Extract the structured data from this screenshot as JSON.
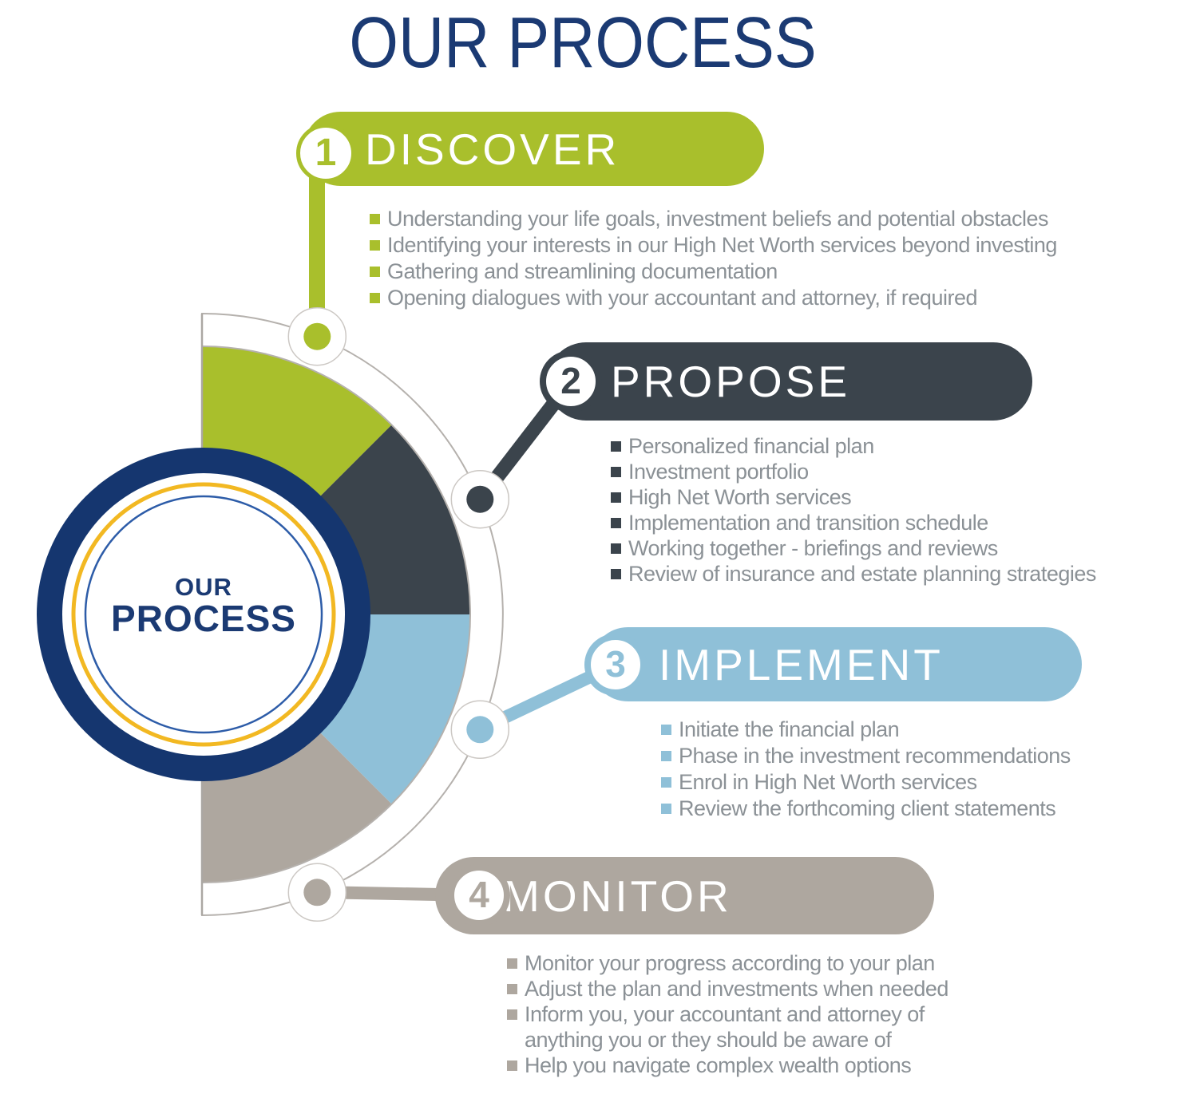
{
  "title": "OUR PROCESS",
  "center_badge": {
    "line1": "OUR",
    "line2": "PROCESS"
  },
  "colors": {
    "navy": "#1b3a73",
    "green": "#a9bf2c",
    "dark_slate": "#3b444c",
    "light_blue": "#8fc0d8",
    "warm_gray": "#aea79f",
    "bullet_text_gray": "#8b9196",
    "badge_yellow_ring": "#f2b822",
    "badge_blue_ring": "#2d5ca8"
  },
  "steps": [
    {
      "number": "1",
      "label": "DISCOVER",
      "color": "#a9bf2c",
      "bullets": [
        "Understanding your life goals, investment beliefs and potential obstacles",
        "Identifying your interests in our High Net Worth services beyond investing",
        "Gathering and streamlining documentation",
        "Opening dialogues with your accountant and attorney, if required"
      ]
    },
    {
      "number": "2",
      "label": "PROPOSE",
      "color": "#3b444c",
      "bullets": [
        "Personalized financial plan",
        "Investment portfolio",
        "High Net Worth services",
        "Implementation and transition schedule",
        "Working together - briefings and reviews",
        "Review of insurance and estate planning strategies"
      ]
    },
    {
      "number": "3",
      "label": "IMPLEMENT",
      "color": "#8fc0d8",
      "bullets": [
        "Initiate the financial plan",
        "Phase in the investment recommendations",
        "Enrol in High Net Worth services",
        "Review the forthcoming client statements"
      ]
    },
    {
      "number": "4",
      "label": "MONITOR",
      "color": "#aea79f",
      "bullets": [
        "Monitor your progress according to your plan",
        "Adjust the plan and investments when needed",
        "Inform you, your accountant and attorney of anything you or they should be aware of",
        "Help you navigate complex wealth options"
      ]
    }
  ]
}
